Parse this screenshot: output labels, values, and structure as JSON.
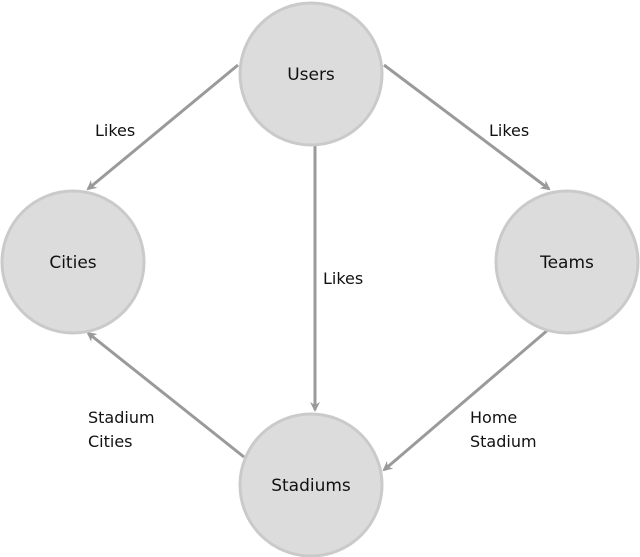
{
  "diagram": {
    "nodes": {
      "users": "Users",
      "cities": "Cities",
      "teams": "Teams",
      "stadiums": "Stadiums"
    },
    "edges": {
      "users_cities": "Likes",
      "users_teams": "Likes",
      "users_stadiums": "Likes",
      "stadiums_cities_line1": "Stadium",
      "stadiums_cities_line2": "Cities",
      "teams_stadiums_line1": "Home",
      "teams_stadiums_line2": "Stadium"
    },
    "colors": {
      "node_fill": "#dcdcdc",
      "node_stroke": "#cacaca",
      "edge": "#9a9a9a",
      "text": "#111111"
    }
  }
}
